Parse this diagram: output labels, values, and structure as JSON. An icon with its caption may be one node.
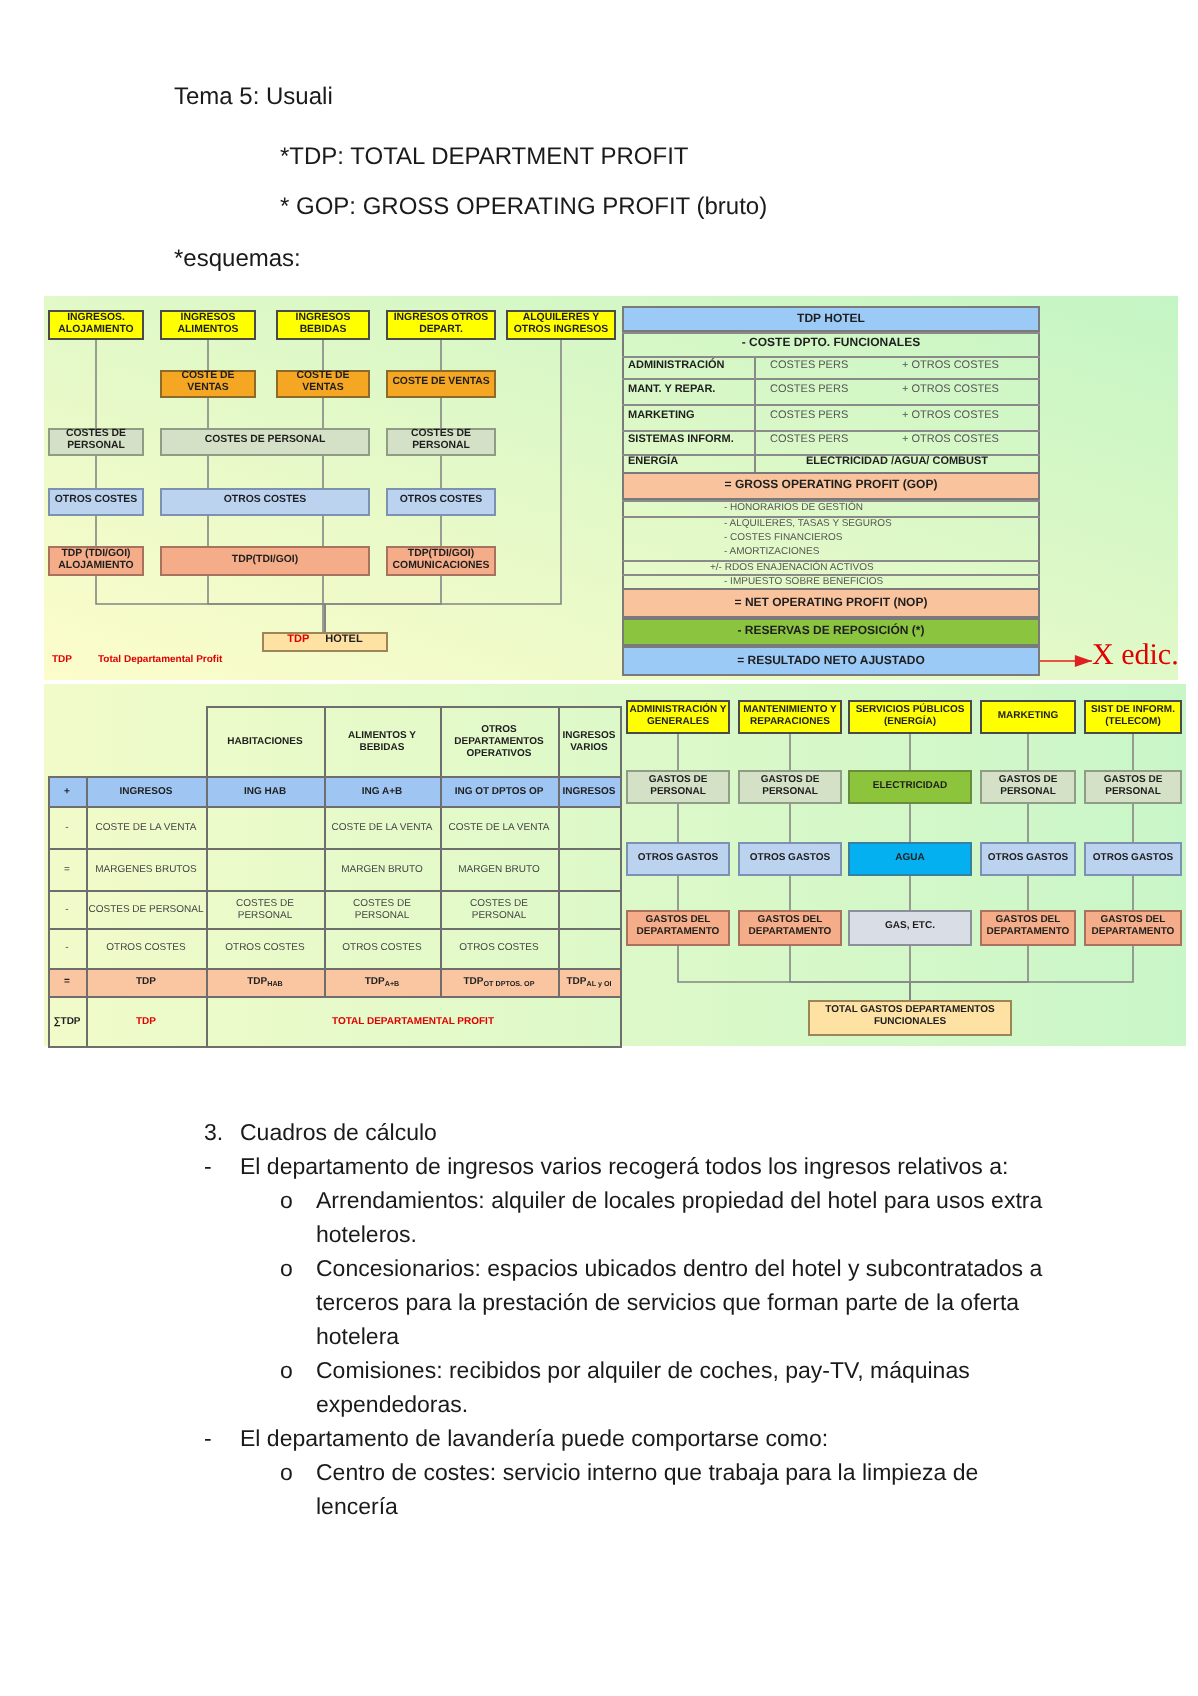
{
  "diagram": {
    "title": "Tema 5: Usuali",
    "nodes": [
      {
        "text": [
          "INGRESOS. ALOJAMIENTO"
        ]
      },
      {
        "text": [
          "INGRESOS ALIMENTOS"
        ]
      },
      {
        "text": [
          "INGRESOS BEBIDAS"
        ]
      },
      {
        "text": [
          "INGRESOS OTROS DEPART."
        ]
      },
      {
        "text": [
          "ALQUILERES Y OTROS INGRESOS"
        ]
      },
      {
        "text": [
          "COSTE DE VENTAS"
        ]
      },
      {
        "text": [
          "COSTE DE VENTAS"
        ]
      },
      {
        "text": [
          "COSTE DE VENTAS"
        ]
      },
      {
        "text": [
          "COSTES DE PERSONAL"
        ]
      },
      {
        "text": [
          "COSTES DE PERSONAL"
        ]
      },
      {
        "text": [
          "COSTES DE PERSONAL"
        ]
      },
      {
        "text": [
          "OTROS COSTES"
        ]
      },
      {
        "text": [
          "OTROS COSTES"
        ]
      },
      {
        "text": [
          "OTROS COSTES"
        ]
      },
      {
        "text": [
          "TDP (TDI/GOI) ALOJAMIENTO"
        ]
      },
      {
        "text": [
          "TDP(TDI/GOI)"
        ]
      },
      {
        "text": [
          "TDP(TDI/GOI) COMUNICACIONES"
        ]
      },
      {
        "text": [
          "TDP",
          "HOTEL"
        ]
      },
      {
        "text": [
          "TDP HOTEL"
        ]
      },
      {
        "text": [
          "= GROSS OPERATING PROFIT (GOP)"
        ]
      },
      {
        "text": [
          "= NET OPERATING PROFIT (NOP)"
        ]
      },
      {
        "text": [
          "- RESERVAS DE REPOSICIÓN (*)"
        ]
      },
      {
        "text": [
          "= RESULTADO NETO AJUSTADO"
        ]
      },
      {
        "text": [
          "X edic."
        ]
      },
      {
        "text": [
          "ADMINISTRACIÓN Y GENERALES"
        ]
      },
      {
        "text": [
          "MANTENIMIENTO Y REPARACIONES"
        ]
      },
      {
        "text": [
          "SERVICIOS PÚBLICOS (ENERGÍA)"
        ]
      },
      {
        "text": [
          "MARKETING"
        ]
      },
      {
        "text": [
          "SIST DE INFORM. (TELECOM)"
        ]
      },
      {
        "text": [
          "GASTOS DE PERSONAL"
        ]
      },
      {
        "text": [
          "GASTOS DE PERSONAL"
        ]
      },
      {
        "text": [
          "ELECTRICIDAD"
        ]
      },
      {
        "text": [
          "GASTOS DE PERSONAL"
        ]
      },
      {
        "text": [
          "GASTOS DE PERSONAL"
        ]
      },
      {
        "text": [
          "OTROS GASTOS"
        ]
      },
      {
        "text": [
          "OTROS GASTOS"
        ]
      },
      {
        "text": [
          "AGUA"
        ]
      },
      {
        "text": [
          "OTROS GASTOS"
        ]
      },
      {
        "text": [
          "OTROS GASTOS"
        ]
      },
      {
        "text": [
          "GASTOS DEL DEPARTAMENTO"
        ]
      },
      {
        "text": [
          "GASTOS DEL DEPARTAMENTO"
        ]
      },
      {
        "text": [
          "GAS, ETC."
        ]
      },
      {
        "text": [
          "GASTOS DEL DEPARTAMENTO"
        ]
      },
      {
        "text": [
          "GASTOS DEL DEPARTAMENTO"
        ]
      },
      {
        "text": [
          "TOTAL GASTOS DEPARTAMENTOS FUNCIONALES"
        ]
      }
    ],
    "edges": [
      {
        "from": 0,
        "to": 8,
        "arrow": "none"
      },
      {
        "from": 8,
        "to": 11,
        "arrow": "none"
      },
      {
        "from": 11,
        "to": 14,
        "arrow": "none"
      },
      {
        "from": 14,
        "to": 17,
        "arrow": "none"
      },
      {
        "from": 1,
        "to": 5,
        "arrow": "none"
      },
      {
        "from": 5,
        "to": 9,
        "arrow": "none"
      },
      {
        "from": 9,
        "to": 12,
        "arrow": "none"
      },
      {
        "from": 12,
        "to": 15,
        "arrow": "none"
      },
      {
        "from": 15,
        "to": 17,
        "arrow": "none"
      },
      {
        "from": 2,
        "to": 6,
        "arrow": "none"
      },
      {
        "from": 6,
        "to": 9,
        "arrow": "none"
      },
      {
        "from": 9,
        "to": 12,
        "arrow": "none"
      },
      {
        "from": 12,
        "to": 15,
        "arrow": "none"
      },
      {
        "from": 15,
        "to": 17,
        "arrow": "none"
      },
      {
        "from": 3,
        "to": 7,
        "arrow": "none"
      },
      {
        "from": 7,
        "to": 10,
        "arrow": "none"
      },
      {
        "from": 10,
        "to": 13,
        "arrow": "none"
      },
      {
        "from": 13,
        "to": 16,
        "arrow": "none"
      },
      {
        "from": 16,
        "to": 17,
        "arrow": "none"
      },
      {
        "from": 4,
        "to": 17,
        "arrow": "none"
      },
      {
        "from": 22,
        "to": 23,
        "arrow": "to",
        "color": "#e02020"
      },
      {
        "from": 24,
        "to": 29,
        "arrow": "none"
      },
      {
        "from": 29,
        "to": 34,
        "arrow": "none"
      },
      {
        "from": 34,
        "to": 39,
        "arrow": "none"
      },
      {
        "from": 39,
        "to": 44,
        "arrow": "none"
      },
      {
        "from": 25,
        "to": 30,
        "arrow": "none"
      },
      {
        "from": 30,
        "to": 35,
        "arrow": "none"
      },
      {
        "from": 35,
        "to": 40,
        "arrow": "none"
      },
      {
        "from": 40,
        "to": 44,
        "arrow": "none"
      },
      {
        "from": 26,
        "to": 31,
        "arrow": "none"
      },
      {
        "from": 31,
        "to": 36,
        "arrow": "none"
      },
      {
        "from": 36,
        "to": 41,
        "arrow": "none"
      },
      {
        "from": 41,
        "to": 44,
        "arrow": "none"
      },
      {
        "from": 27,
        "to": 32,
        "arrow": "none"
      },
      {
        "from": 32,
        "to": 37,
        "arrow": "none"
      },
      {
        "from": 37,
        "to": 42,
        "arrow": "none"
      },
      {
        "from": 42,
        "to": 44,
        "arrow": "none"
      },
      {
        "from": 28,
        "to": 33,
        "arrow": "none"
      },
      {
        "from": 33,
        "to": 38,
        "arrow": "none"
      },
      {
        "from": 38,
        "to": 43,
        "arrow": "none"
      },
      {
        "from": 43,
        "to": 44,
        "arrow": "none"
      }
    ],
    "labels": [
      "*TDP: TOTAL DEPARTMENT PROFIT",
      "* GOP: GROSS OPERATING PROFIT (bruto)",
      "*esquemas:",
      "TDP",
      "Total Departamental Profit",
      "- COSTE DPTO. FUNCIONALES",
      "ADMINISTRACIÓN",
      "COSTES PERS",
      "+ OTROS COSTES",
      "MANT. Y REPAR.",
      "COSTES PERS",
      "+ OTROS COSTES",
      "MARKETING",
      "COSTES PERS",
      "+ OTROS COSTES",
      "SISTEMAS INFORM.",
      "COSTES PERS",
      "+ OTROS COSTES",
      "ENERGÍA",
      "ELECTRICIDAD /AGUA/ COMBUST",
      "- HONORARIOS DE GESTIÓN",
      "- ALQUILERES, TASAS Y SEGUROS",
      "- COSTES FINANCIEROS",
      "- AMORTIZACIONES",
      "+/- RDOS ENAJENACIÓN ACTIVOS",
      "- IMPUESTO SOBRE BENEFICIOS",
      "HABITACIONES",
      "ALIMENTOS Y BEBIDAS",
      "OTROS DEPARTAMENTOS OPERATIVOS",
      "INGRESOS VARIOS",
      "+",
      "INGRESOS",
      "ING HAB",
      "ING A+B",
      "ING OT DPTOS OP",
      "INGRESOS",
      "-",
      "COSTE DE LA VENTA",
      "COSTE DE LA VENTA",
      "COSTE DE LA VENTA",
      "=",
      "MARGENES BRUTOS",
      "MARGEN BRUTO",
      "MARGEN BRUTO",
      "-",
      "COSTES DE PERSONAL",
      "COSTES DE PERSONAL",
      "COSTES DE PERSONAL",
      "COSTES DE PERSONAL",
      "-",
      "OTROS COSTES",
      "OTROS COSTES",
      "OTROS COSTES",
      "OTROS COSTES",
      "=",
      "TDP",
      "TDP$_{HAB}$",
      "TDP$_{A+B}$",
      "TDP$_{OT DPTOS. OP}$",
      "TDP$_{AL y OI}$",
      "∑TDP",
      "TDP",
      "TOTAL DEPARTAMENTAL PROFIT",
      "3.",
      "Cuadros de cálculo",
      "-",
      "El departamento de ingresos varios recogerá todos los ingresos relativos a:",
      "o",
      "Arrendamientos: alquiler de locales propiedad del hotel para usos extra hoteleros.",
      "o",
      "Concesionarios: espacios ubicados dentro del hotel y subcontratados a terceros para la prestación de servicios que forman parte de la oferta hotelera",
      "o",
      "Comisiones: recibidos por alquiler de coches, pay-TV, máquinas expendedoras.",
      "-",
      "El departamento de lavandería puede comportarse como:",
      "o",
      "Centro de costes: servicio interno que trabaja para la limpieza de lencería"
    ]
  }
}
